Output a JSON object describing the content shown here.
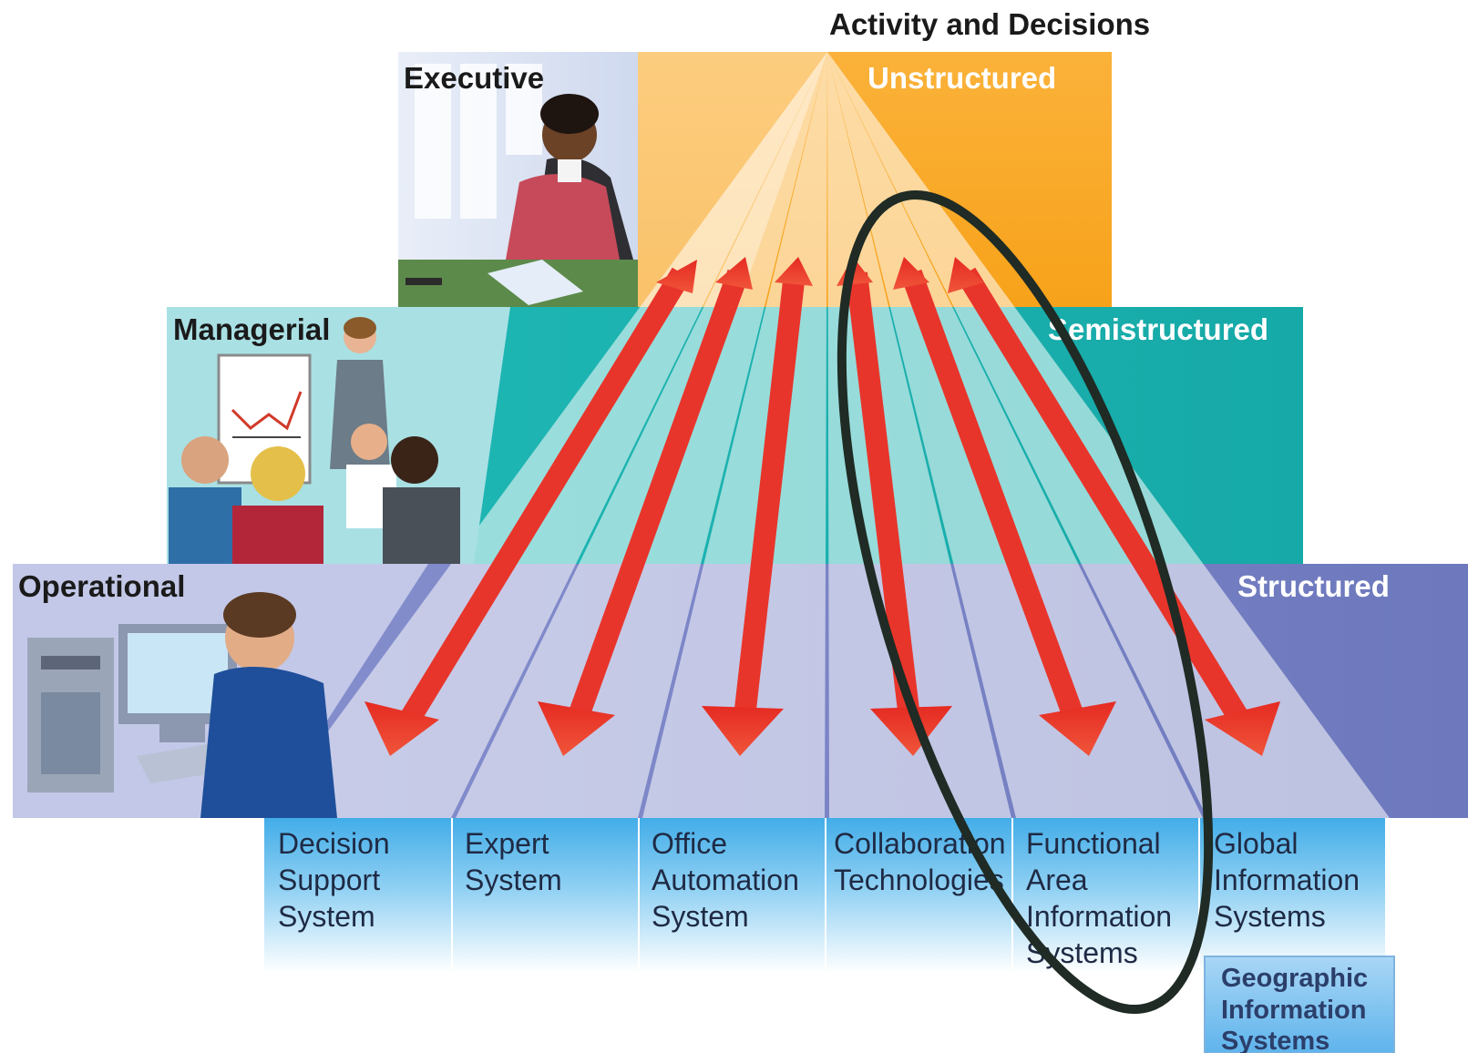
{
  "header": {
    "title": "Activity and Decisions"
  },
  "levels": {
    "executive": {
      "label": "Executive",
      "decision_type": "Unstructured"
    },
    "managerial": {
      "label": "Managerial",
      "decision_type": "Semistructured"
    },
    "operational": {
      "label": "Operational",
      "decision_type": "Structured"
    }
  },
  "systems": [
    {
      "lines": [
        "Decision",
        "Support",
        "System"
      ]
    },
    {
      "lines": [
        "Expert",
        "System"
      ]
    },
    {
      "lines": [
        "Office",
        "Automation",
        "System"
      ]
    },
    {
      "lines": [
        "Collaboration",
        "Technologies"
      ]
    },
    {
      "lines": [
        "Functional",
        "Area",
        "Information",
        "Systems"
      ]
    },
    {
      "lines": [
        "Global",
        "Information",
        "Systems"
      ]
    }
  ],
  "sub_system": {
    "lines": [
      "Geographic",
      "Information",
      "Systems"
    ]
  },
  "colors": {
    "unstructured": "#f9a521",
    "semistructured": "#17b3b3",
    "structured": "#7f88c8",
    "arrow": "#e8352b",
    "system_box": "#4fb3ea",
    "highlight_ellipse": "#1f2b24"
  }
}
